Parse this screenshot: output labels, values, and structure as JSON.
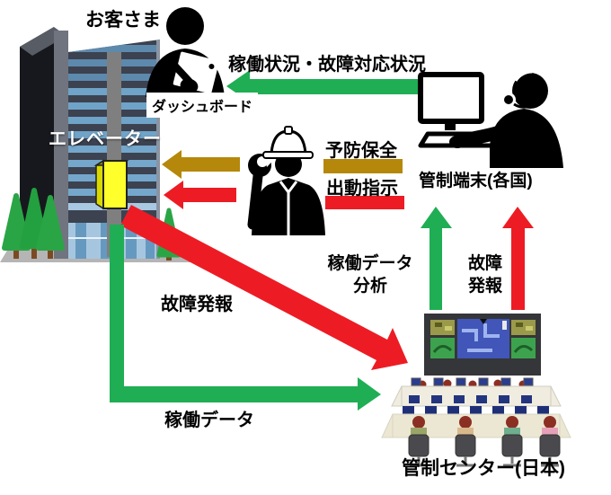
{
  "colors": {
    "green": "#1fae54",
    "red": "#ed1c24",
    "olive": "#b5880b",
    "yellow": "#ffff2b"
  },
  "labels": {
    "customer": "お客さま",
    "dashboard": "ダッシュボード",
    "elevator": "エレベーター",
    "terminal": "管制端末(各国)",
    "center": "管制センター(日本)",
    "status_flow": "稼働状況・故障対応状況",
    "preventive": "予防保全",
    "dispatch": "出動指示",
    "data_analysis_line1": "稼働データ",
    "data_analysis_line2": "分析",
    "failure_line1": "故障",
    "failure_line2": "発報",
    "failure_report": "故障発報",
    "operation_data": "稼働データ"
  },
  "flows": [
    {
      "from": "管制端末(各国)",
      "to": "お客さま",
      "color": "green",
      "label_key": "status_flow"
    },
    {
      "from": "管制端末(各国)",
      "to": "エレベーター",
      "color": "olive",
      "label_key": "preventive"
    },
    {
      "from": "管制端末(各国)",
      "to": "エレベーター",
      "color": "red",
      "label_key": "dispatch"
    },
    {
      "from": "管制センター(日本)",
      "to": "管制端末(各国)",
      "color": "green",
      "label_key": "data_analysis_line1"
    },
    {
      "from": "管制センター(日本)",
      "to": "管制端末(各国)",
      "color": "red",
      "label_key": "failure_line1"
    },
    {
      "from": "エレベーター",
      "to": "管制センター(日本)",
      "color": "red",
      "label_key": "failure_report"
    },
    {
      "from": "エレベーター",
      "to": "管制センター(日本)",
      "color": "green",
      "label_key": "operation_data"
    }
  ],
  "icons": {
    "building": "office-building-icon",
    "elevator_car": "elevator-car-icon",
    "trees": "trees-icon",
    "customer": "person-with-tablet-icon",
    "worker": "maintenance-worker-icon",
    "terminal_operator": "operator-with-headset-icon",
    "screen_wall": "monitor-wall-icon",
    "control_room": "control-room-operators-icon"
  }
}
